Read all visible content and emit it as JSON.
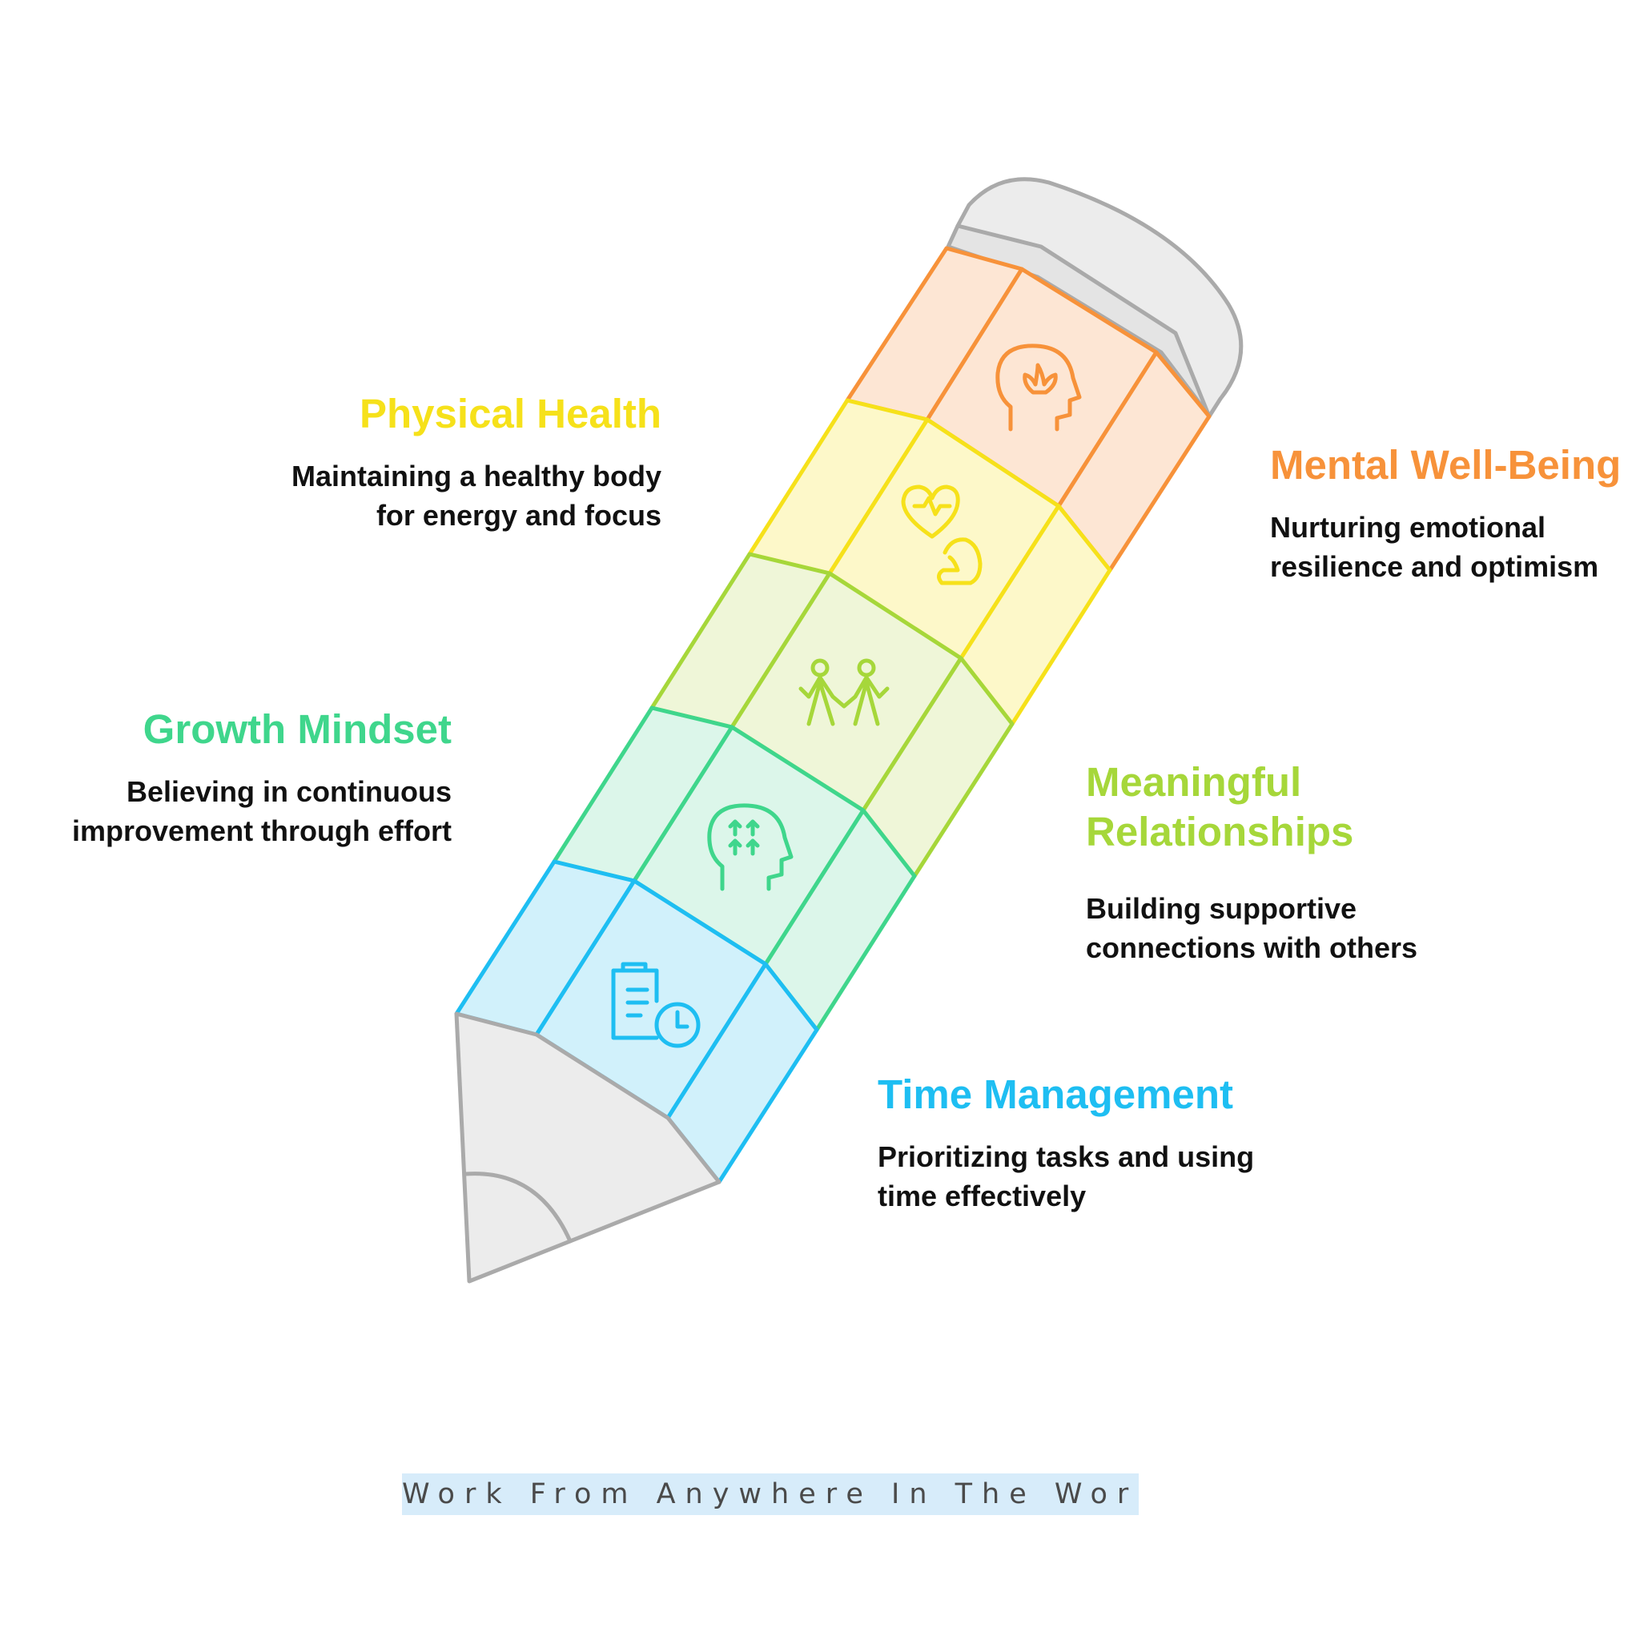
{
  "colors": {
    "mental": "#f7923a",
    "mental_fill": "#fde6d4",
    "physical": "#f6e11a",
    "physical_fill": "#fdf8c9",
    "relationships": "#a6d73a",
    "relationships_fill": "#eff6d8",
    "growth": "#3fd68c",
    "growth_fill": "#dcf6ea",
    "time": "#1ebef2",
    "time_fill": "#d1f1fb",
    "pencil_gray": "#aaaaaa",
    "pencil_fill": "#ececec",
    "text": "#111111",
    "watermark_bg": "#d7ecfa"
  },
  "sections": {
    "physical": {
      "title": "Physical Health",
      "desc_line1": "Maintaining a healthy body",
      "desc_line2": "for energy and focus",
      "icon": "heart-muscle-icon"
    },
    "mental": {
      "title": "Mental Well-Being",
      "desc_line1": "Nurturing emotional",
      "desc_line2": "resilience and optimism",
      "icon": "lotus-head-icon"
    },
    "growth": {
      "title": "Growth Mindset",
      "desc_line1": "Believing in continuous",
      "desc_line2": "improvement through effort",
      "icon": "head-arrows-icon"
    },
    "relationships": {
      "title_line1": "Meaningful",
      "title_line2": "Relationships",
      "desc_line1": "Building supportive",
      "desc_line2": "connections with others",
      "icon": "people-holding-hands-icon"
    },
    "time": {
      "title": "Time Management",
      "desc_line1": "Prioritizing tasks and using",
      "desc_line2": "time effectively",
      "icon": "clipboard-clock-icon"
    }
  },
  "watermark": "Work From Anywhere In The World"
}
